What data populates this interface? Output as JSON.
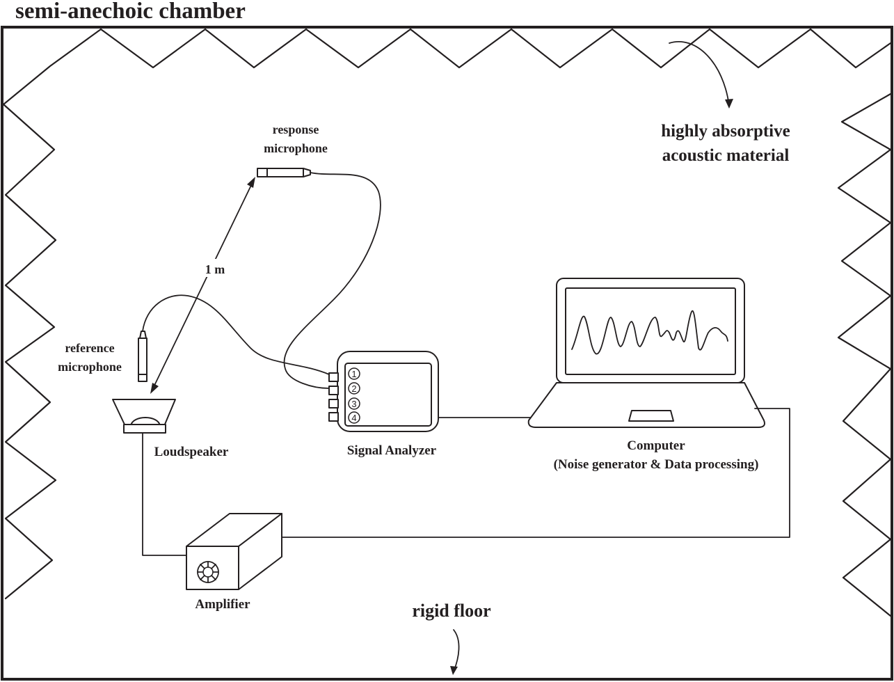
{
  "title": "semi-anechoic chamber",
  "labels": {
    "absorptive_line1": "highly absorptive",
    "absorptive_line2": "acoustic material",
    "response_mic_line1": "response",
    "response_mic_line2": "microphone",
    "reference_mic_line1": "reference",
    "reference_mic_line2": "microphone",
    "distance": "1 m",
    "loudspeaker": "Loudspeaker",
    "signal_analyzer": "Signal Analyzer",
    "computer_line1": "Computer",
    "computer_line2": "(Noise generator & Data processing)",
    "amplifier": "Amplifier",
    "floor": "rigid floor"
  },
  "analyzer_channels": [
    "1",
    "2",
    "3",
    "4"
  ],
  "colors": {
    "ink": "#231f20",
    "background": "#ffffff"
  }
}
